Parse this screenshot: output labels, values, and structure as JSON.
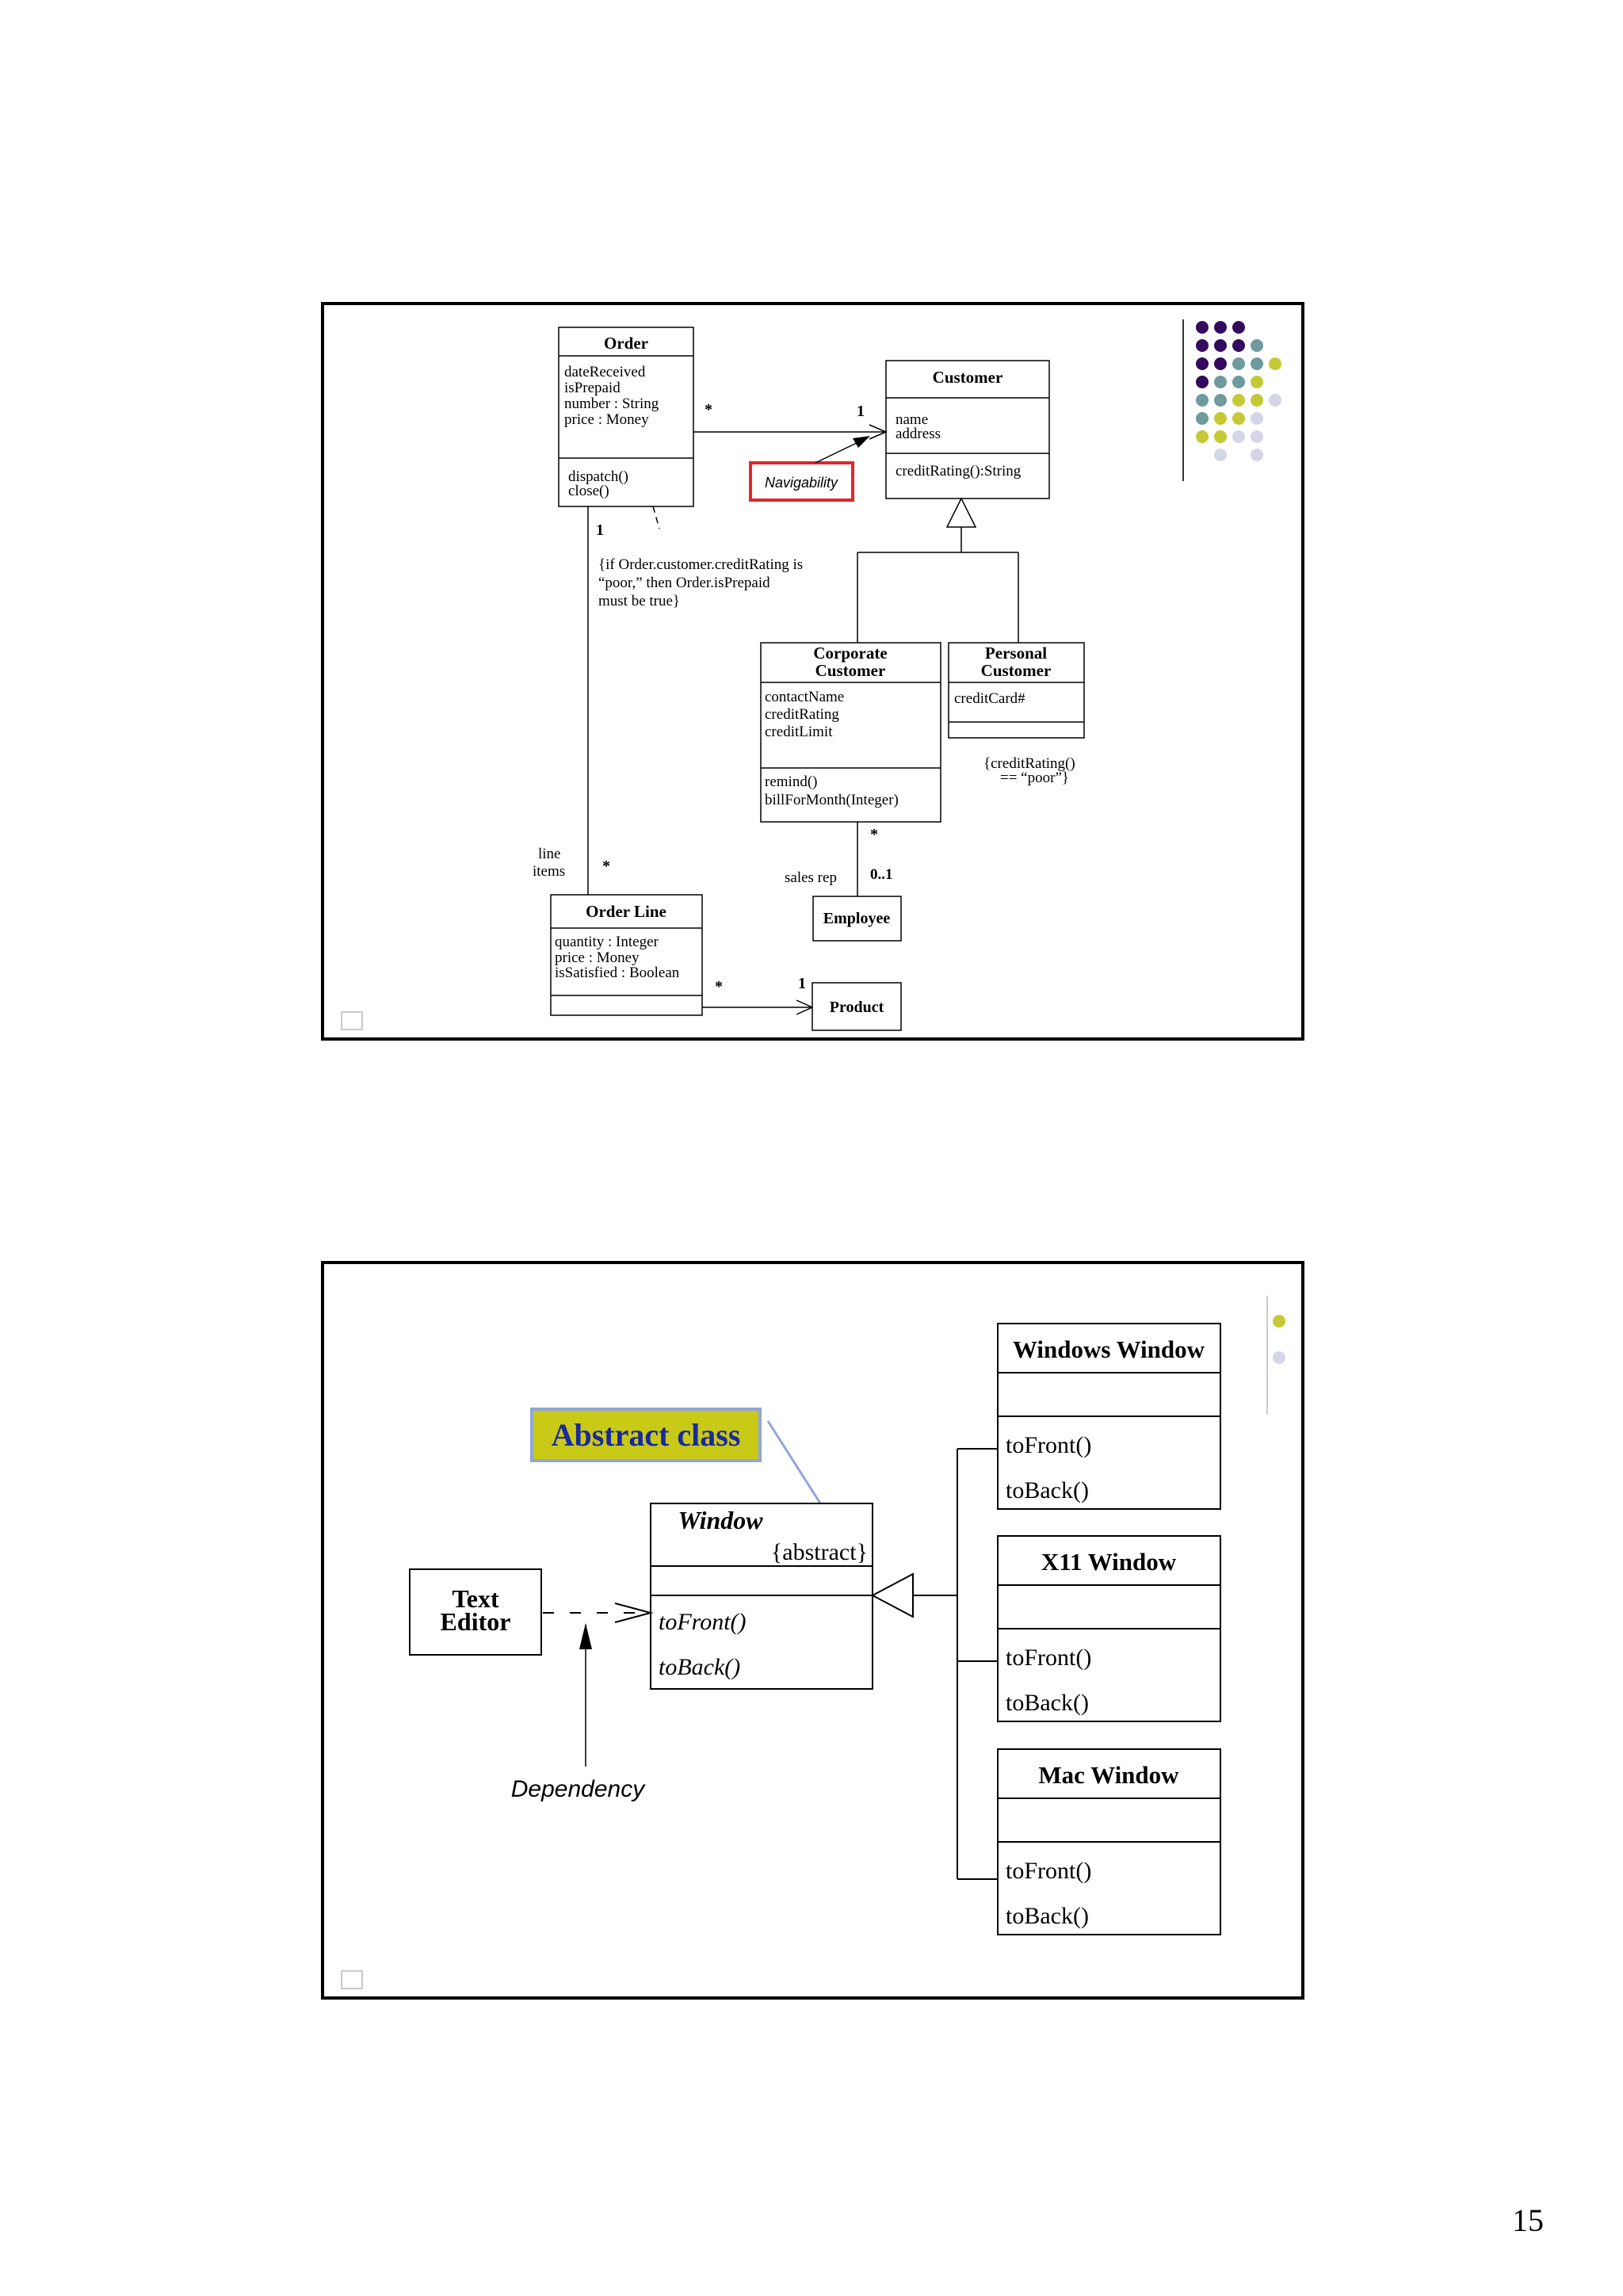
{
  "page_number": "15",
  "dot_colors": {
    "purple": "#330a5e",
    "teal": "#6f9a9e",
    "olive": "#c5c935",
    "lavender": "#d5d5e8"
  },
  "diagram1": {
    "order": {
      "name": "Order",
      "attrs": [
        "dateReceived",
        "isPrepaid",
        "number : String",
        "price : Money"
      ],
      "ops": [
        "dispatch()",
        "close()"
      ]
    },
    "customer": {
      "name": "Customer",
      "attrs": [
        "name",
        "address"
      ],
      "ops": [
        "creditRating():String"
      ]
    },
    "corporate": {
      "name_lines": [
        "Corporate",
        "Customer"
      ],
      "attrs": [
        "contactName",
        "creditRating",
        "creditLimit"
      ],
      "ops": [
        "remind()",
        "billForMonth(Integer)"
      ]
    },
    "personal": {
      "name_lines": [
        "Personal",
        "Customer"
      ],
      "attrs": [
        "creditCard#"
      ]
    },
    "orderline": {
      "name": "Order Line",
      "attrs": [
        "quantity : Integer",
        "price : Money",
        "isSatisfied : Boolean"
      ]
    },
    "employee": {
      "name": "Employee"
    },
    "product": {
      "name": "Product"
    },
    "navigability": "Navigability",
    "constraint_order": [
      "{if Order.customer.creditRating is",
      "“poor,” then Order.isPrepaid",
      "must be true}"
    ],
    "constraint_personal": [
      "{creditRating()",
      "== “poor”}"
    ],
    "mult_order_customer_star": "*",
    "mult_order_customer_one": "1",
    "mult_order_one": "1",
    "mult_lineitems_star": "*",
    "line_items": [
      "line",
      "items"
    ],
    "mult_sales_star": "*",
    "sales_rep": "sales rep",
    "mult_sales_01": "0..1",
    "mult_product_star": "*",
    "mult_product_one": "1"
  },
  "diagram2": {
    "abstract_label": "Abstract class",
    "abstract_colors": {
      "fill": "#c9c918",
      "border": "#8fa6d6",
      "text": "#1a2a9a"
    },
    "window": {
      "name": "Window",
      "stereotype": "{abstract}",
      "ops": [
        "toFront()",
        "toBack()"
      ]
    },
    "text_editor": {
      "name_lines": [
        "Text",
        "Editor"
      ]
    },
    "dependency": "Dependency",
    "windows_window": {
      "name": "Windows Window",
      "ops": [
        "toFront()",
        "toBack()"
      ]
    },
    "x11_window": {
      "name": "X11 Window",
      "ops": [
        "toFront()",
        "toBack()"
      ]
    },
    "mac_window": {
      "name": "Mac Window",
      "ops": [
        "toFront()",
        "toBack()"
      ]
    }
  }
}
